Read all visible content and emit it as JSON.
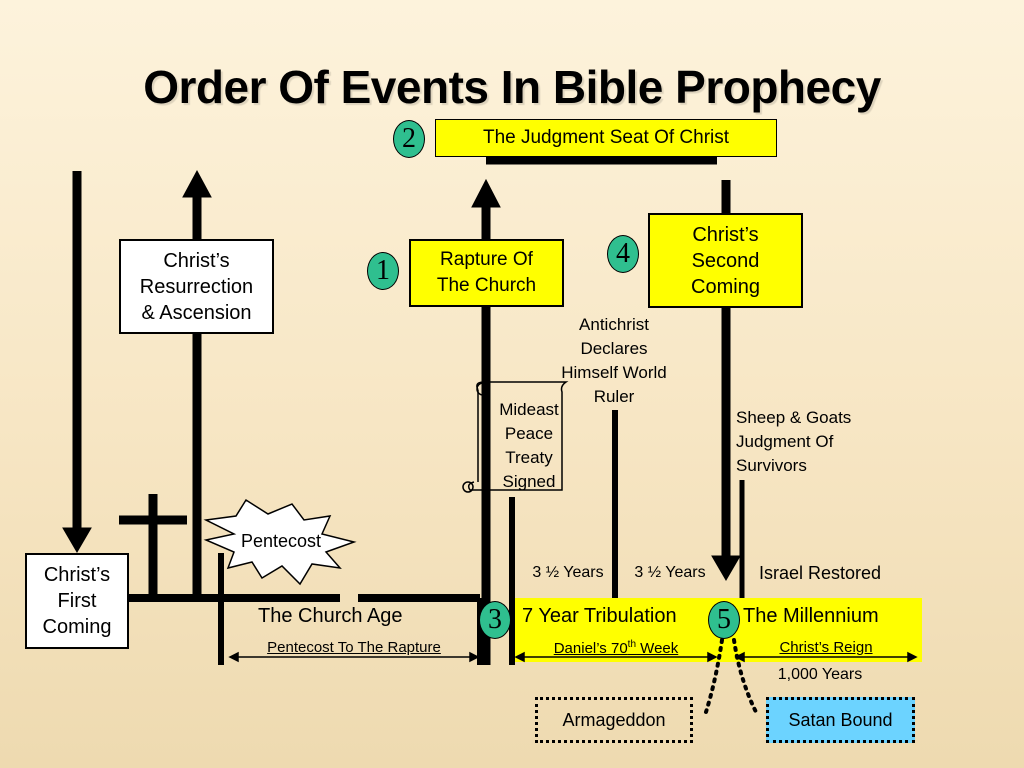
{
  "title": "Order Of Events In Bible Prophecy",
  "colors": {
    "highlight": "#ffff00",
    "badge": "#2fbf8f",
    "satan_bound": "#6cd3ff",
    "background": "#f7e6c4"
  },
  "badges": {
    "one": "1",
    "two": "2",
    "three": "3",
    "four": "4",
    "five": "5"
  },
  "judgment_seat": "The Judgment Seat Of Christ",
  "resurrection": {
    "line1": "Christ’s",
    "line2": "Resurrection",
    "line3": "& Ascension"
  },
  "rapture": {
    "line1": "Rapture Of",
    "line2": "The Church"
  },
  "second_coming": {
    "line1": "Christ’s",
    "line2": "Second",
    "line3": "Coming"
  },
  "first_coming": {
    "line1": "Christ’s",
    "line2": "First",
    "line3": "Coming"
  },
  "antichrist": {
    "line1": "Antichrist",
    "line2": "Declares",
    "line3": "Himself World",
    "line4": "Ruler"
  },
  "treaty": {
    "line1": "Mideast",
    "line2": "Peace",
    "line3": "Treaty",
    "line4": "Signed"
  },
  "sheep_goats": {
    "line1": "Sheep & Goats",
    "line2": "Judgment Of",
    "line3": "Survivors"
  },
  "pentecost": "Pentecost",
  "half_years_1": "3 ½ Years",
  "half_years_2": "3 ½ Years",
  "israel_restored": "Israel Restored",
  "church_age": "The Church Age",
  "tribulation": "7 Year Tribulation",
  "millennium": "The Millennium",
  "pentecost_to_rapture": "Pentecost To The Rapture",
  "daniels_week": {
    "prefix": "Daniel’s 70",
    "sup": "th",
    "suffix": " Week"
  },
  "christs_reign": "Christ’s Reign",
  "thousand_years": "1,000 Years",
  "armageddon": "Armageddon",
  "satan_bound": "Satan Bound"
}
